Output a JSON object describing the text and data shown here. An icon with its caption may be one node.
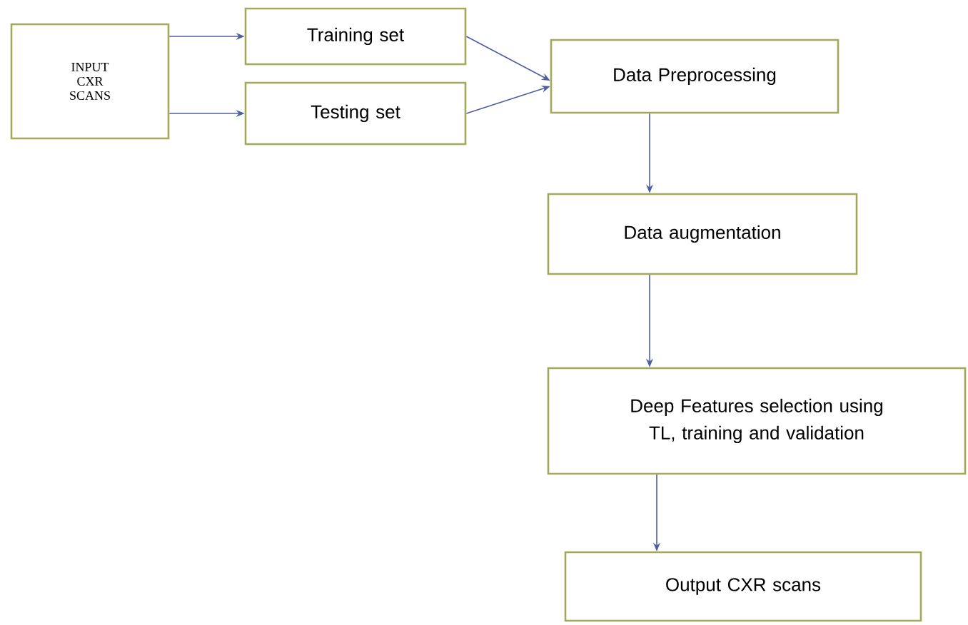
{
  "diagram": {
    "nodes": [
      {
        "text": [
          "INPUT CXR SCANS"
        ]
      },
      {
        "text": [
          "Training set"
        ]
      },
      {
        "text": [
          "Testing set"
        ]
      },
      {
        "text": [
          "Data Preprocessing"
        ]
      },
      {
        "text": [
          "Data augmentation"
        ]
      },
      {
        "text": [
          "Deep Features selection using TL, training and validation"
        ]
      },
      {
        "text": [
          "Output CXR scans"
        ]
      }
    ],
    "edges": [
      {
        "from": 0,
        "to": 1,
        "arrow": "to"
      },
      {
        "from": 0,
        "to": 2,
        "arrow": "to"
      },
      {
        "from": 1,
        "to": 3,
        "arrow": "to"
      },
      {
        "from": 2,
        "to": 3,
        "arrow": "to"
      },
      {
        "from": 3,
        "to": 4,
        "arrow": "to"
      },
      {
        "from": 4,
        "to": 5,
        "arrow": "to"
      },
      {
        "from": 5,
        "to": 6,
        "arrow": "to"
      }
    ]
  }
}
